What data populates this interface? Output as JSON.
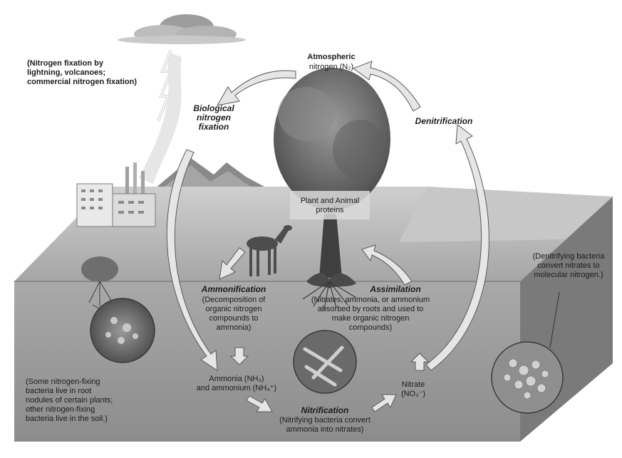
{
  "labels": {
    "atmospheric_title": "Atmospheric",
    "atmospheric_n2": "nitrogen (N₂)",
    "lightning_note": [
      "(Nitrogen fixation by",
      "lightning, volcanoes;",
      "commercial nitrogen fixation)"
    ],
    "biological_fixation": [
      "Biological",
      "nitrogen",
      "fixation"
    ],
    "denitrification": "Denitrification",
    "plant_animal_proteins": [
      "Plant and Animal",
      "proteins"
    ],
    "denitrifying_note": [
      "(Denitrifying bacteria",
      "convert nitrates to",
      "molecular nitrogen.)"
    ],
    "ammonification": "Ammonification",
    "ammonification_note": [
      "(Decomposition of",
      "organic nitrogen",
      "compounds to",
      "ammonia)"
    ],
    "assimilation": "Assimilation",
    "assimilation_note": [
      "(Nitrates, ammonia, or ammonium",
      "absorbed by roots and used to",
      "make organic nitrogen",
      "compounds)"
    ],
    "ammonia_line1": "Ammonia (NH₃)",
    "ammonia_line2": "and ammonium (NH₄⁺)",
    "nitrate_line1": "Nitrate",
    "nitrate_line2": "(NO₃⁻)",
    "nitrification": "Nitrification",
    "nitrification_note": [
      "(Nitrifying bacteria convert",
      "ammonia into nitrates)"
    ],
    "root_nodule_note": [
      "(Some nitrogen-fixing",
      "bacteria live in root",
      "nodules of certain plants;",
      "other nitrogen-fixing",
      "bacteria live in the soil.)"
    ]
  },
  "colors": {
    "sky": "#ffffff",
    "ground_surface": "#b9b9b9",
    "soil_front": "#9a9a9a",
    "soil_side": "#7d7d7d",
    "arrow": "#e4e4e4",
    "arrow_edge": "#5a5a5a",
    "tree_canopy": "#6f6f6f",
    "trunk": "#3c3c3c"
  }
}
